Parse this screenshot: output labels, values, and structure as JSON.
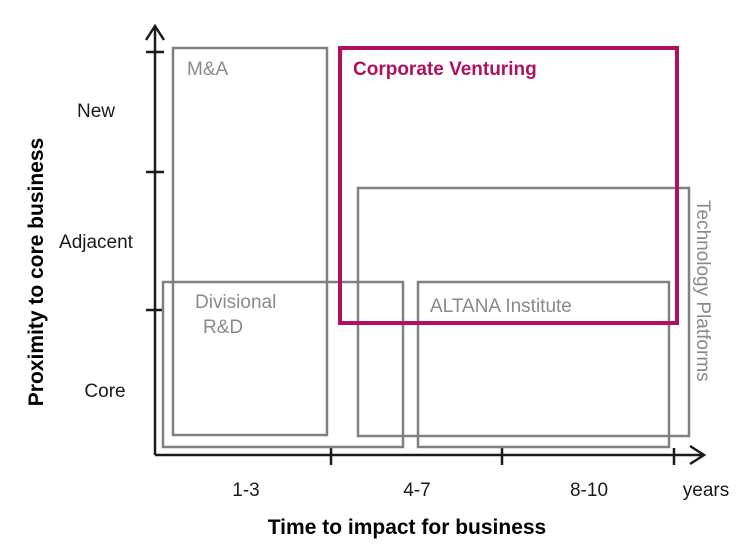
{
  "axes": {
    "x_title": "Time to impact for business",
    "y_title": "Proximity to core business",
    "x_ticks": [
      "1-3",
      "4-7",
      "8-10"
    ],
    "x_unit": "years",
    "y_ticks": [
      "New",
      "Adjacent",
      "Core"
    ]
  },
  "boxes": {
    "ma": "M&A",
    "corporate_venturing": "Corporate Venturing",
    "divisional_rd_line1": "Divisional",
    "divisional_rd_line2": "R&D",
    "altana_institute": "ALTANA Institute",
    "technology_platforms": "Technology Platforms"
  },
  "colors": {
    "accent": "#b0115f",
    "box_stroke": "#808080",
    "axis": "#1a1a1a"
  }
}
